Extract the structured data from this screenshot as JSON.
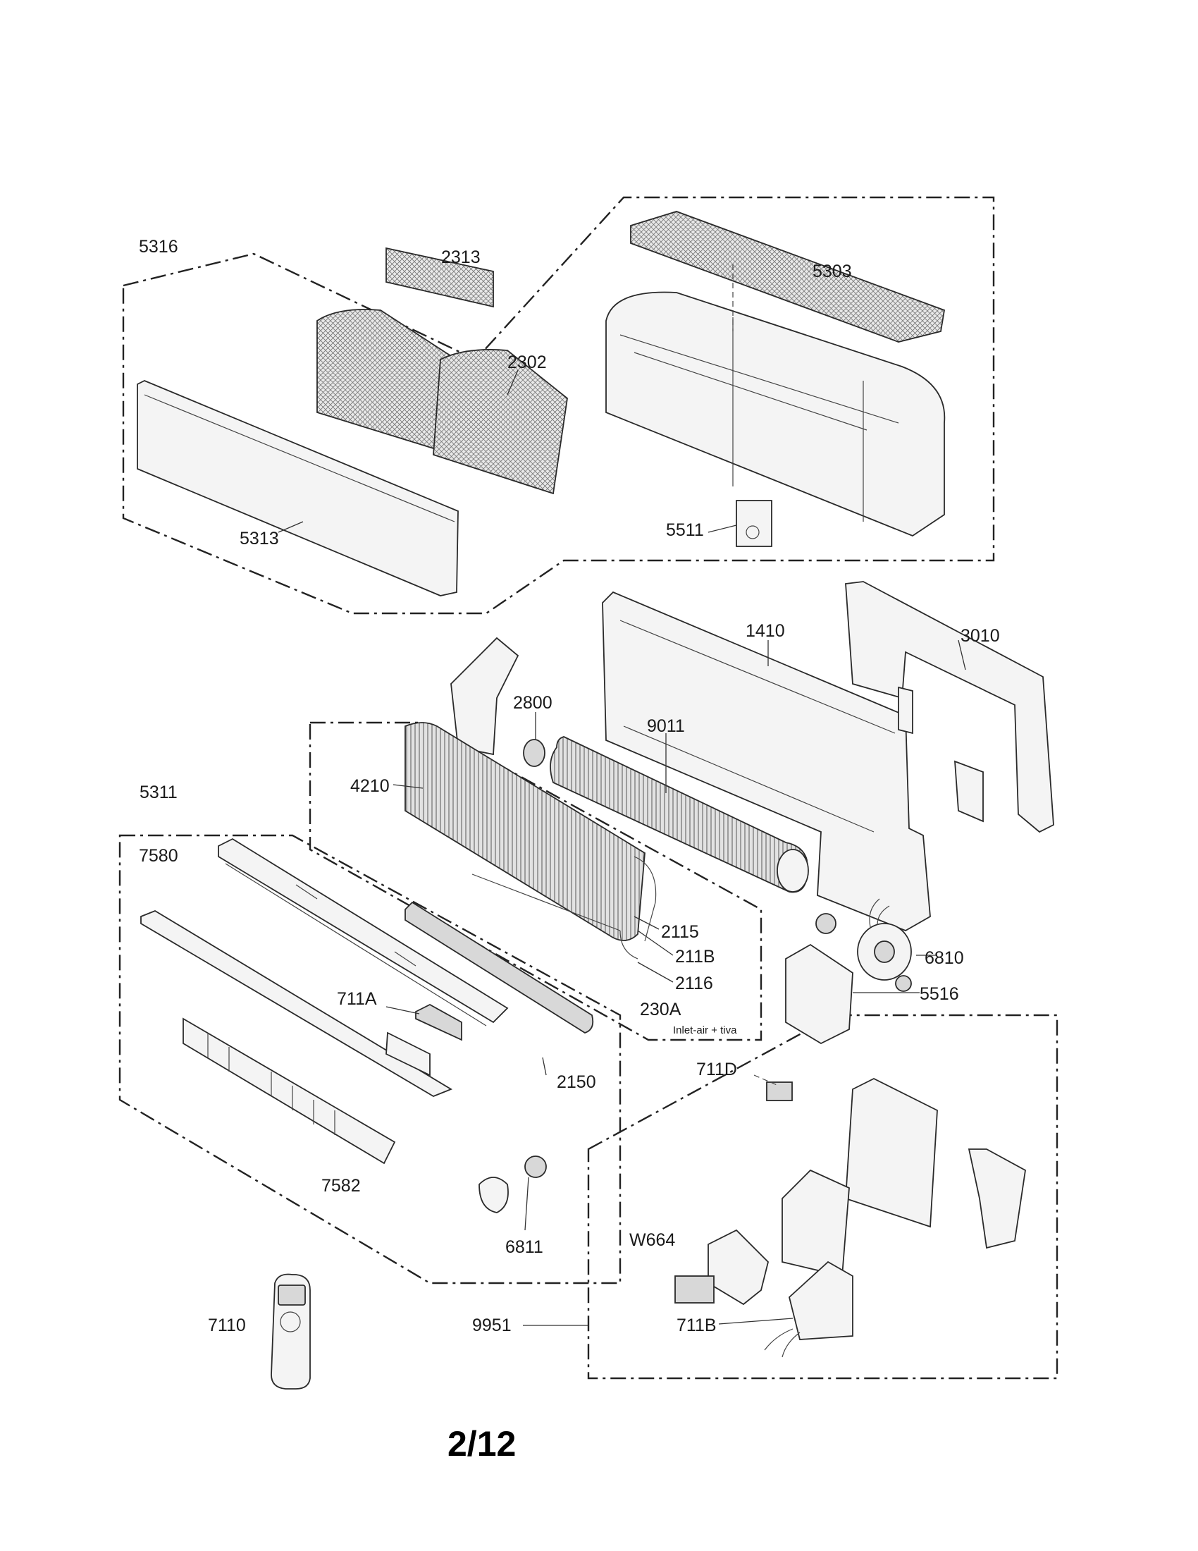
{
  "callouts": {
    "c5316": "5316",
    "c2313": "2313",
    "c5303": "5303",
    "c2302": "2302",
    "c5313": "5313",
    "c5511": "5511",
    "c1410": "1410",
    "c3010": "3010",
    "c2800": "2800",
    "c9011": "9011",
    "c4210": "4210",
    "c5311": "5311",
    "c7580": "7580",
    "c2115": "2115",
    "c211B": "211B",
    "c2116": "2116",
    "c6810": "6810",
    "c5516": "5516",
    "c711A": "711A",
    "c230A": "230A",
    "c230A_note": "Inlet-air + tiva",
    "c2150": "2150",
    "c711D": "711D",
    "c7582": "7582",
    "c6811": "6811",
    "cW664": "W664",
    "c7110": "7110",
    "c9951": "9951",
    "c711B": "711B"
  },
  "page_number": "2/12"
}
